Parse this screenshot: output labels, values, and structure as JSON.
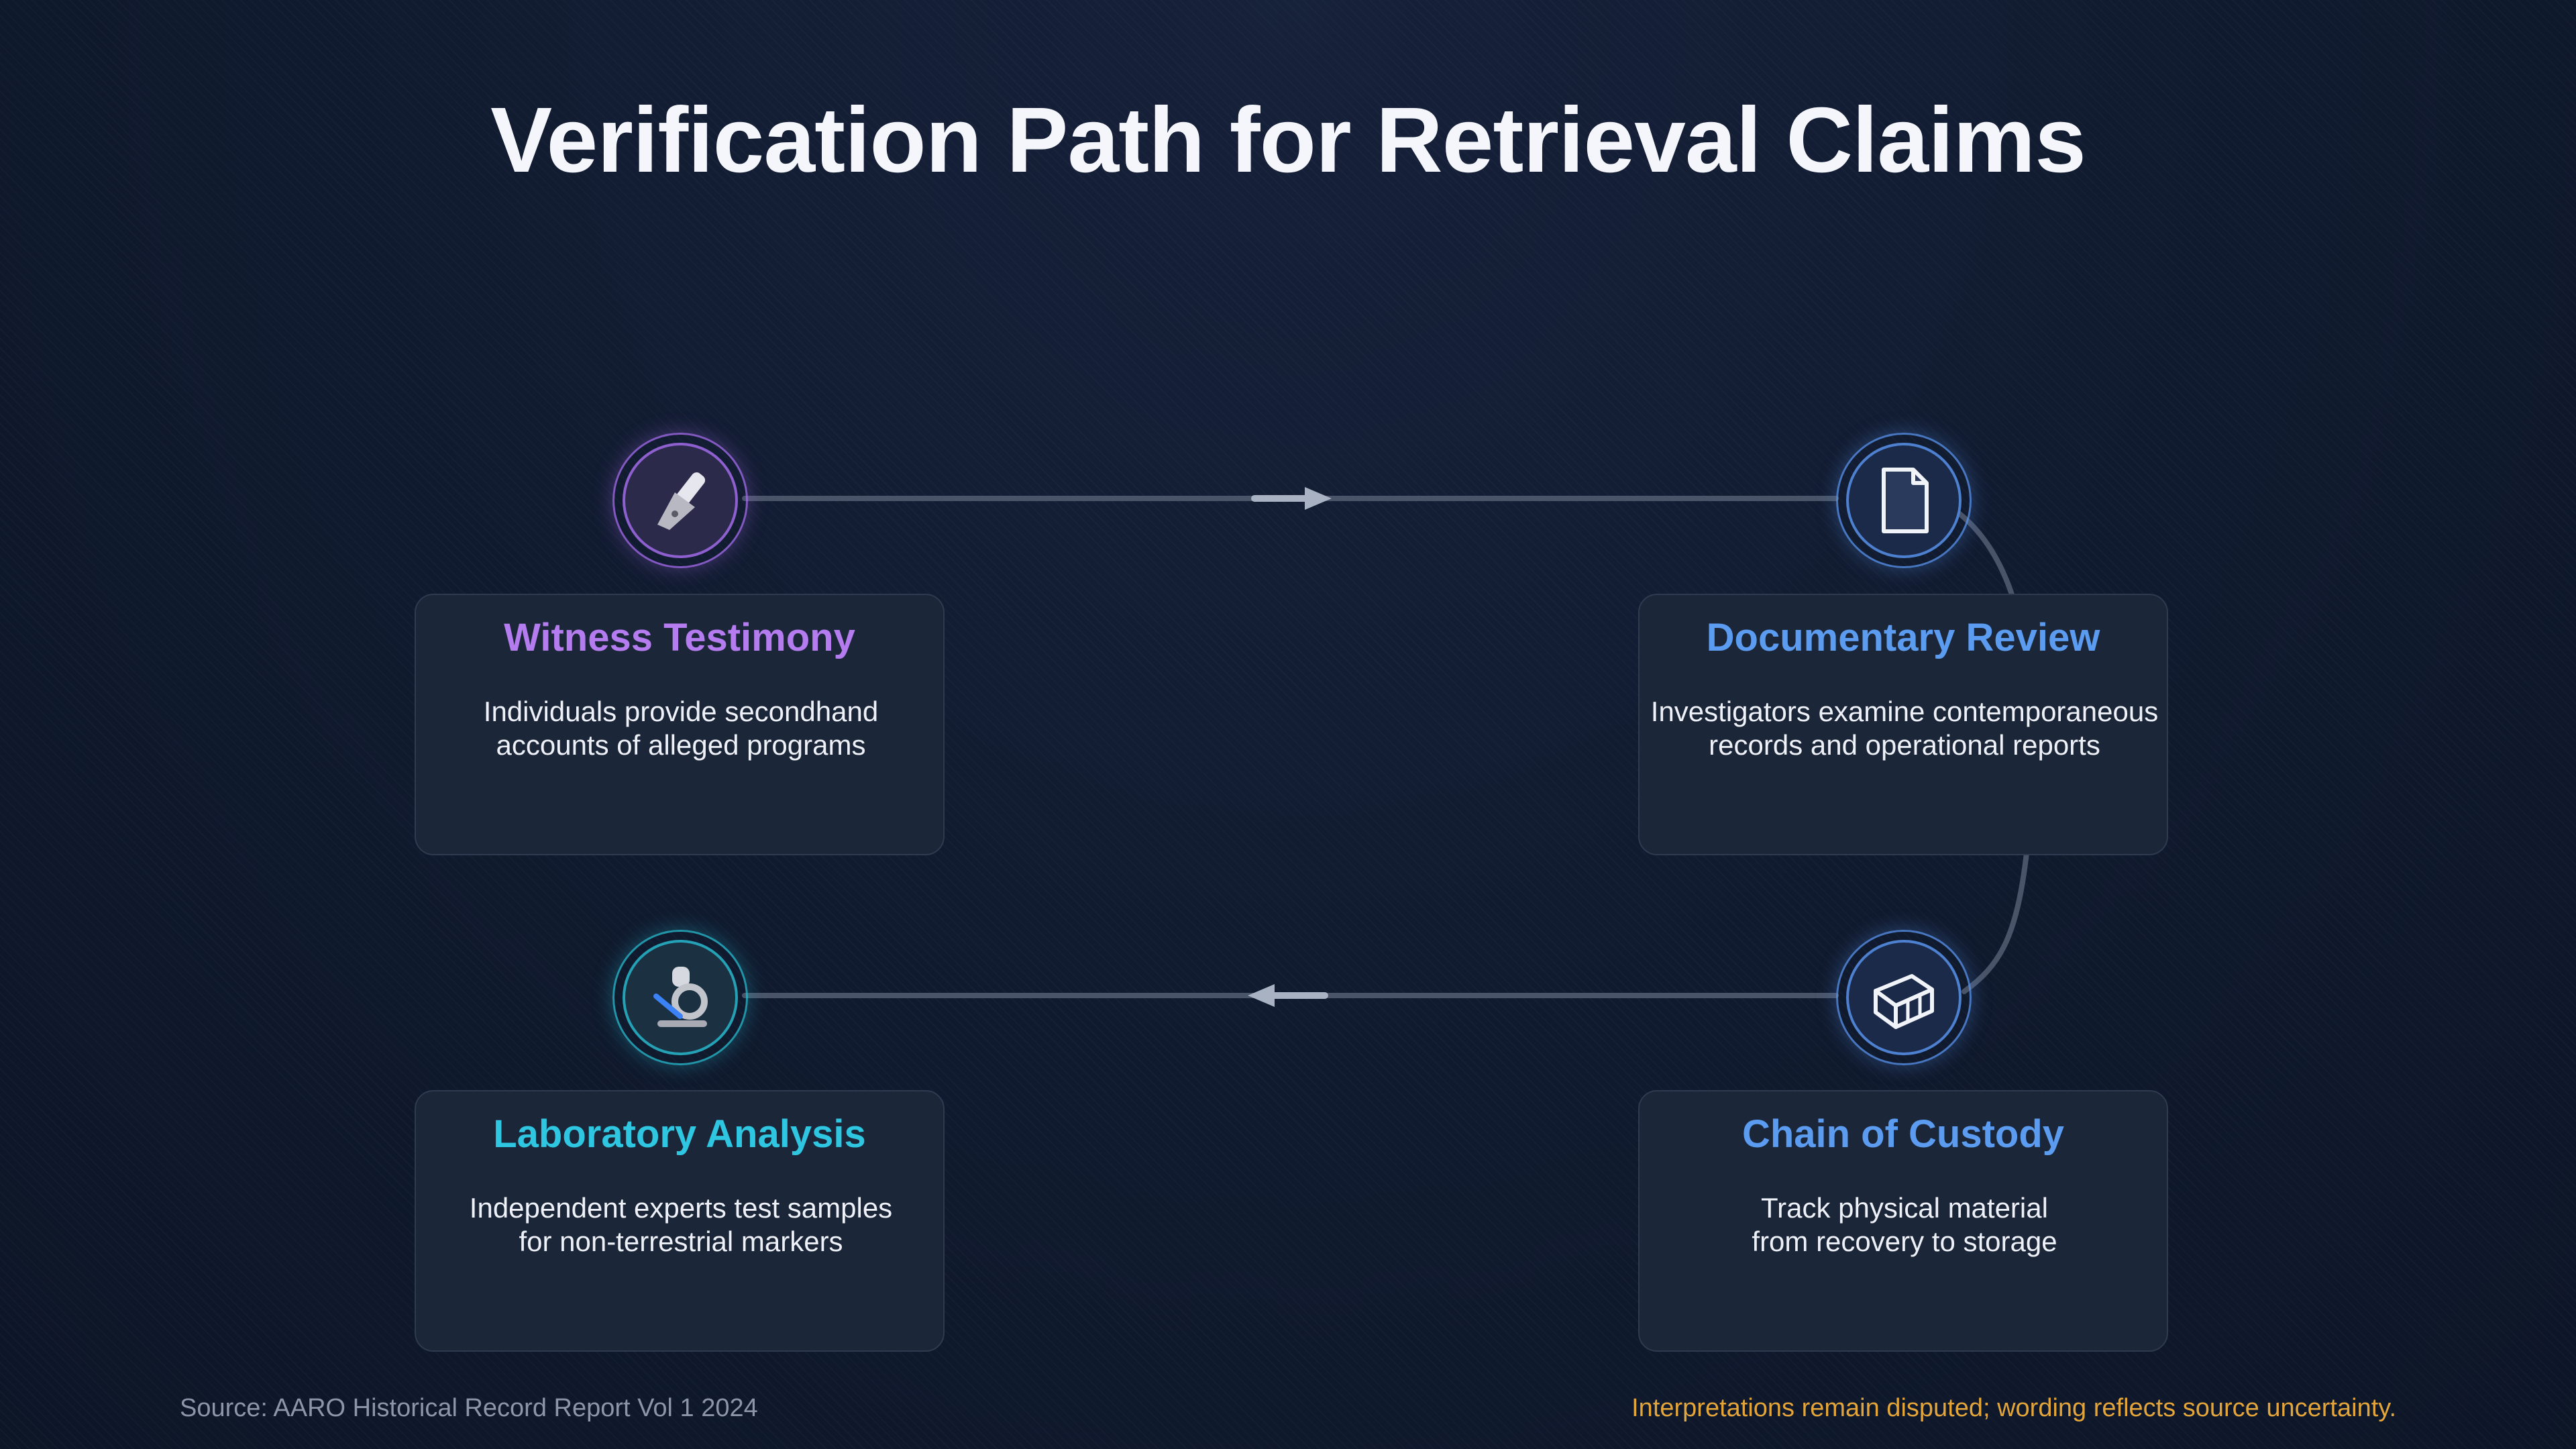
{
  "title": "Verification Path for Retrieval Claims",
  "steps": [
    {
      "heading": "Witness Testimony",
      "description": "Individuals provide secondhand\naccounts of alleged programs",
      "icon": "microphone-icon",
      "color": "#b57cf0"
    },
    {
      "heading": "Documentary Review",
      "description": "Investigators examine contemporaneous\nrecords and operational reports",
      "icon": "document-icon",
      "color": "#5b9cf0"
    },
    {
      "heading": "Chain of Custody",
      "description": "Track physical material\nfrom recovery to storage",
      "icon": "container-icon",
      "color": "#5b9cf0"
    },
    {
      "heading": "Laboratory Analysis",
      "description": "Independent experts test samples\nfor non-terrestrial markers",
      "icon": "microscope-icon",
      "color": "#2ec6e0"
    }
  ],
  "footer": {
    "source": "Source: AARO Historical Record Report Vol 1 2024",
    "note": "Interpretations remain disputed; wording reflects source uncertainty."
  },
  "colors": {
    "background": "#111a2e",
    "connector": "#4a5468",
    "arrow": "#a9b2c2",
    "note": "#e3a43a"
  }
}
